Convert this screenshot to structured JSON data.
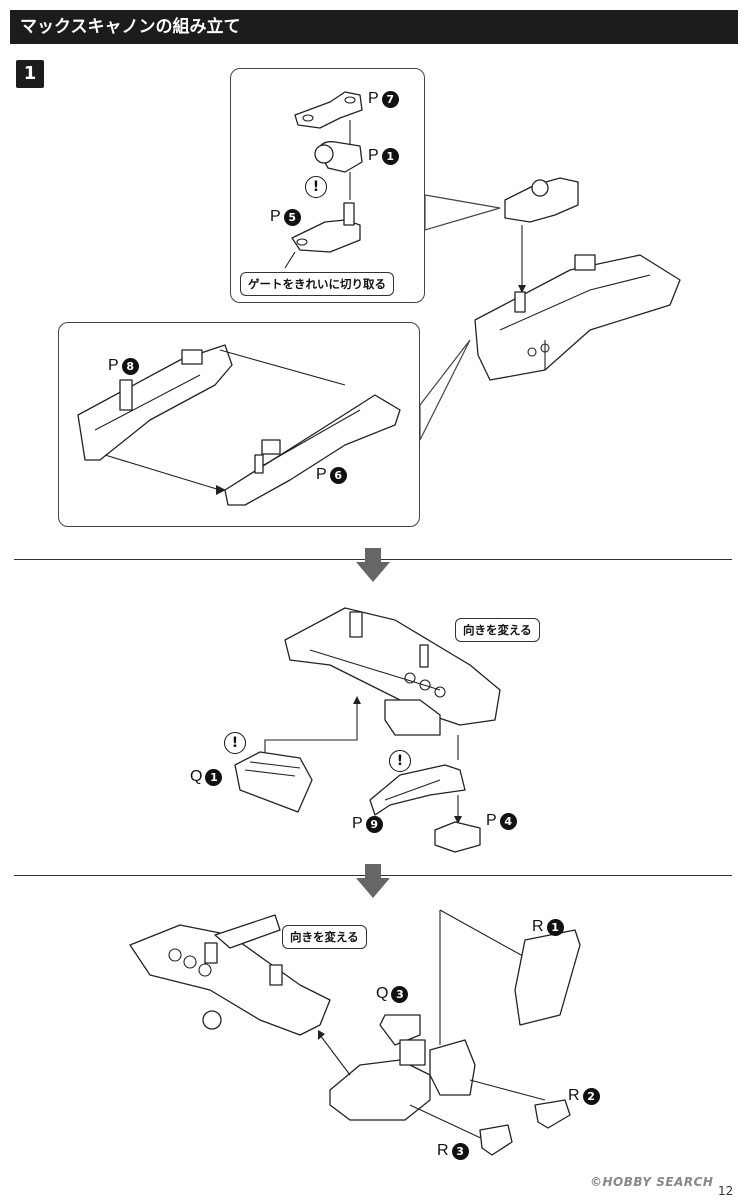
{
  "header": {
    "title": "マックスキャノンの組み立て"
  },
  "step": {
    "number": "1"
  },
  "labels": {
    "p7": {
      "letter": "P",
      "num": "7"
    },
    "p1": {
      "letter": "P",
      "num": "1"
    },
    "p5": {
      "letter": "P",
      "num": "5"
    },
    "p8": {
      "letter": "P",
      "num": "8"
    },
    "p6": {
      "letter": "P",
      "num": "6"
    },
    "q1": {
      "letter": "Q",
      "num": "1"
    },
    "p9": {
      "letter": "P",
      "num": "9"
    },
    "p4": {
      "letter": "P",
      "num": "4"
    },
    "r1": {
      "letter": "R",
      "num": "1"
    },
    "q3": {
      "letter": "Q",
      "num": "3"
    },
    "r2": {
      "letter": "R",
      "num": "2"
    },
    "r3": {
      "letter": "R",
      "num": "3"
    }
  },
  "notes": {
    "gate": "ゲートをきれいに切り取る",
    "reorient_1": "向きを変える",
    "reorient_2": "向きを変える"
  },
  "warning_symbol": "!",
  "watermark": "©HOBBY SEARCH",
  "page_number": "12"
}
